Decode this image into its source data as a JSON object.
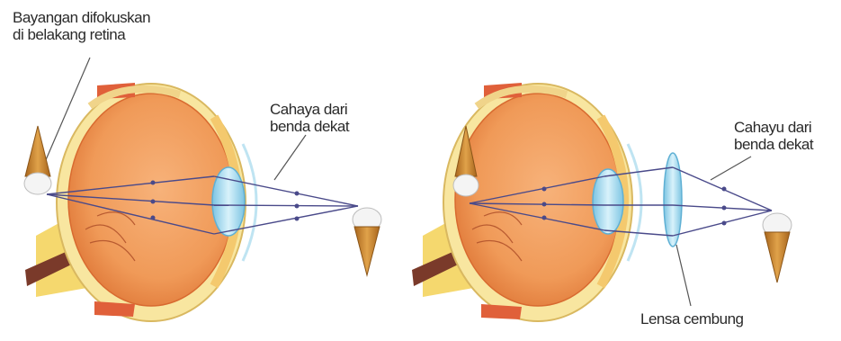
{
  "labels": {
    "retina_line1": "Bayangan difokuskan",
    "retina_line2": "di belakang retina",
    "light_left_line1": "Cahaya dari",
    "light_left_line2": "benda dekat",
    "light_right_line1": "Cahayu dari",
    "light_right_line2": "benda dekat",
    "convex_lens": "Lensa  cembung"
  },
  "colors": {
    "eyeball": "#f29a5a",
    "eyeball_dark": "#e8783a",
    "sclera": "#f6d98a",
    "lens": "#9fd8ee",
    "ray": "#4a4a8a",
    "muscle": "#e0603a",
    "cone": "#c8862a",
    "icecream": "#f2f2f2"
  },
  "icons": [
    "ice-cream-cone-icon",
    "eye-cross-section",
    "convex-lens"
  ]
}
